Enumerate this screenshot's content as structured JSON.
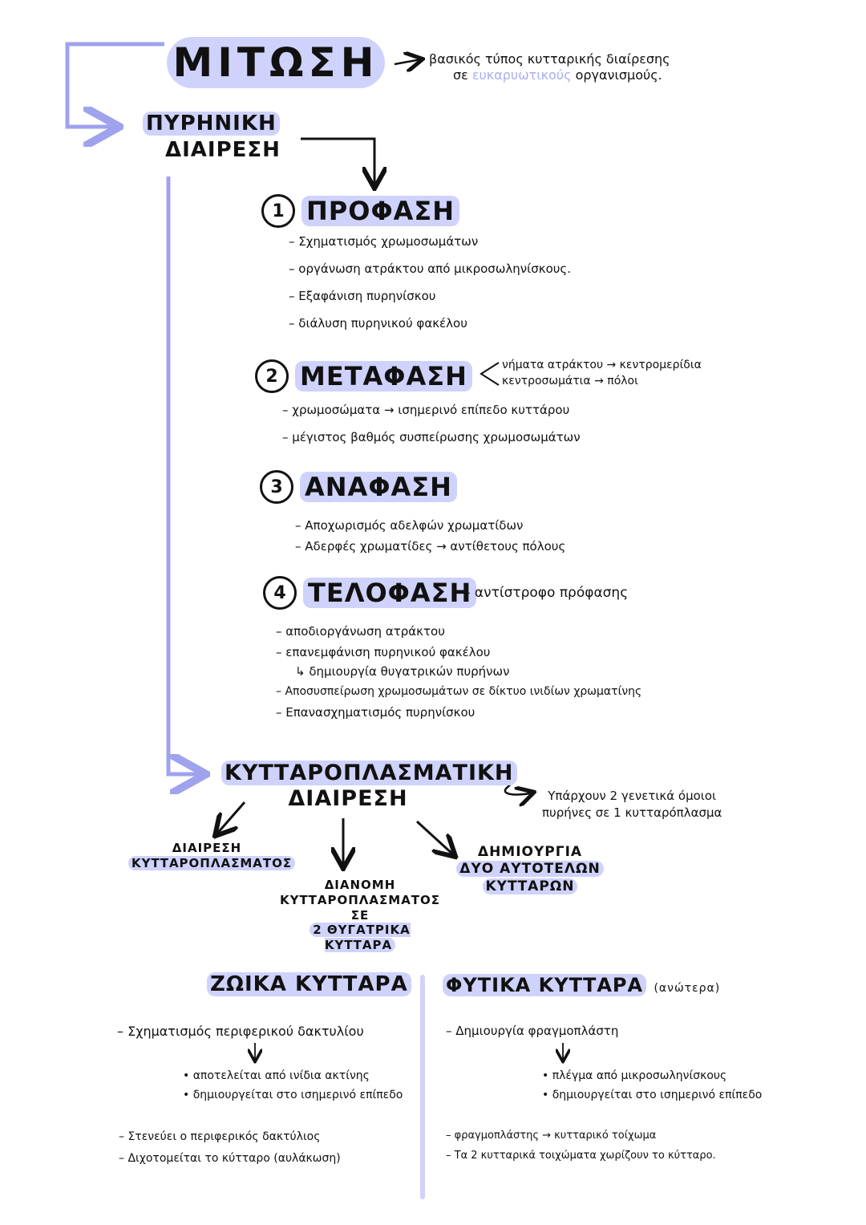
{
  "title": "ΜΙΤΩΣΗ",
  "title_note_line1": "βασικός τύπος κυτταρικής διαίρεσης",
  "title_note_prefix": "σε",
  "title_note_highlight": "ευκαρυωτικούς",
  "title_note_suffix": "οργανισμούς.",
  "nuclear": {
    "line1": "ΠΥΡΗΝΙΚΗ",
    "line2": "ΔΙΑΙΡΕΣΗ"
  },
  "phases": [
    {
      "num": "1",
      "name": "ΠΡΟΦΑΣΗ",
      "bullets": [
        "Σχηματισμός χρωμοσωμάτων",
        "οργάνωση ατράκτου από μικροσωληνίσκους.",
        "Εξαφάνιση πυρηνίσκου",
        "διάλυση πυρηνικού φακέλου"
      ]
    },
    {
      "num": "2",
      "name": "ΜΕΤΑΦΑΣΗ",
      "side1": "νήματα ατράκτου → κεντρομερίδια",
      "side2": "κεντροσωμάτια → πόλοι",
      "bullets": [
        "χρωμοσώματα → ισημερινό επίπεδο κυττάρου",
        "μέγιστος βαθμός συσπείρωσης χρωμοσωμάτων"
      ]
    },
    {
      "num": "3",
      "name": "ΑΝΑΦΑΣΗ",
      "bullets": [
        "Αποχωρισμός αδελφών χρωματίδων",
        "Αδερφές χρωματίδες → αντίθετους πόλους"
      ]
    },
    {
      "num": "4",
      "name": "ΤΕΛΟΦΑΣΗ",
      "side": "– αντίστροφο πρόφασης",
      "bullets": [
        "αποδιοργάνωση ατράκτου",
        "επανεμφάνιση πυρηνικού φακέλου",
        "↳ δημιουργία θυγατρικών πυρήνων",
        "Αποσυσπείρωση χρωμοσωμάτων σε δίκτυο ινιδίων χρωματίνης",
        "Επανασχηματισμός πυρηνίσκου"
      ]
    }
  ],
  "cyto": {
    "line1": "ΚΥΤΤΑΡΟΠΛΑΣΜΑΤΙΚΗ",
    "line2": "ΔΙΑΙΡΕΣΗ",
    "note1": "Υπάρχουν 2 γενετικά όμοιοι",
    "note2": "πυρήνες σε 1 κυτταρόπλασμα",
    "left1": "ΔΙΑΙΡΕΣΗ",
    "left2": "ΚΥΤΤΑΡΟΠΛΑΣΜΑΤΟΣ",
    "mid1": "ΔΙΑΝΟΜΗ",
    "mid2": "ΚΥΤΤΑΡΟΠΛΑΣΜΑΤΟΣ ΣΕ",
    "mid3": "2 ΘΥΓΑΤΡΙΚΑ ΚΥΤΤΑΡΑ",
    "right1": "ΔΗΜΙΟΥΡΓΙΑ",
    "right2": "ΔΥΟ ΑΥΤΟΤΕΛΩΝ",
    "right3": "ΚΥΤΤΑΡΩΝ"
  },
  "animal": {
    "title": "ΖΩΙΚΑ ΚΥΤΤΑΡΑ",
    "b1": "– Σχηματισμός περιφερικού δακτυλίου",
    "s1": "• αποτελείται από ινίδια ακτίνης",
    "s2": "• δημιουργείται στο ισημερινό επίπεδο",
    "b2": "– Στενεύει ο περιφερικός δακτύλιος",
    "b3": "– Διχοτομείται το κύτταρο (αυλάκωση)"
  },
  "plant": {
    "title": "ΦΥΤΙΚΑ ΚΥΤΤΑΡΑ",
    "qualifier": "(ανώτερα)",
    "b1": "– Δημιουργία φραγμοπλάστη",
    "s1": "• πλέγμα από μικροσωληνίσκους",
    "s2": "• δημιουργείται στο ισημερινό επίπεδο",
    "b2": "– φραγμοπλάστης → κυτταρικό τοίχωμα",
    "b3": "– Τα 2 κυτταρικά τοιχώματα χωρίζουν το κύτταρο."
  },
  "colors": {
    "accent": "#cfd2fb",
    "line": "#9fa3ee",
    "ink": "#111111"
  }
}
